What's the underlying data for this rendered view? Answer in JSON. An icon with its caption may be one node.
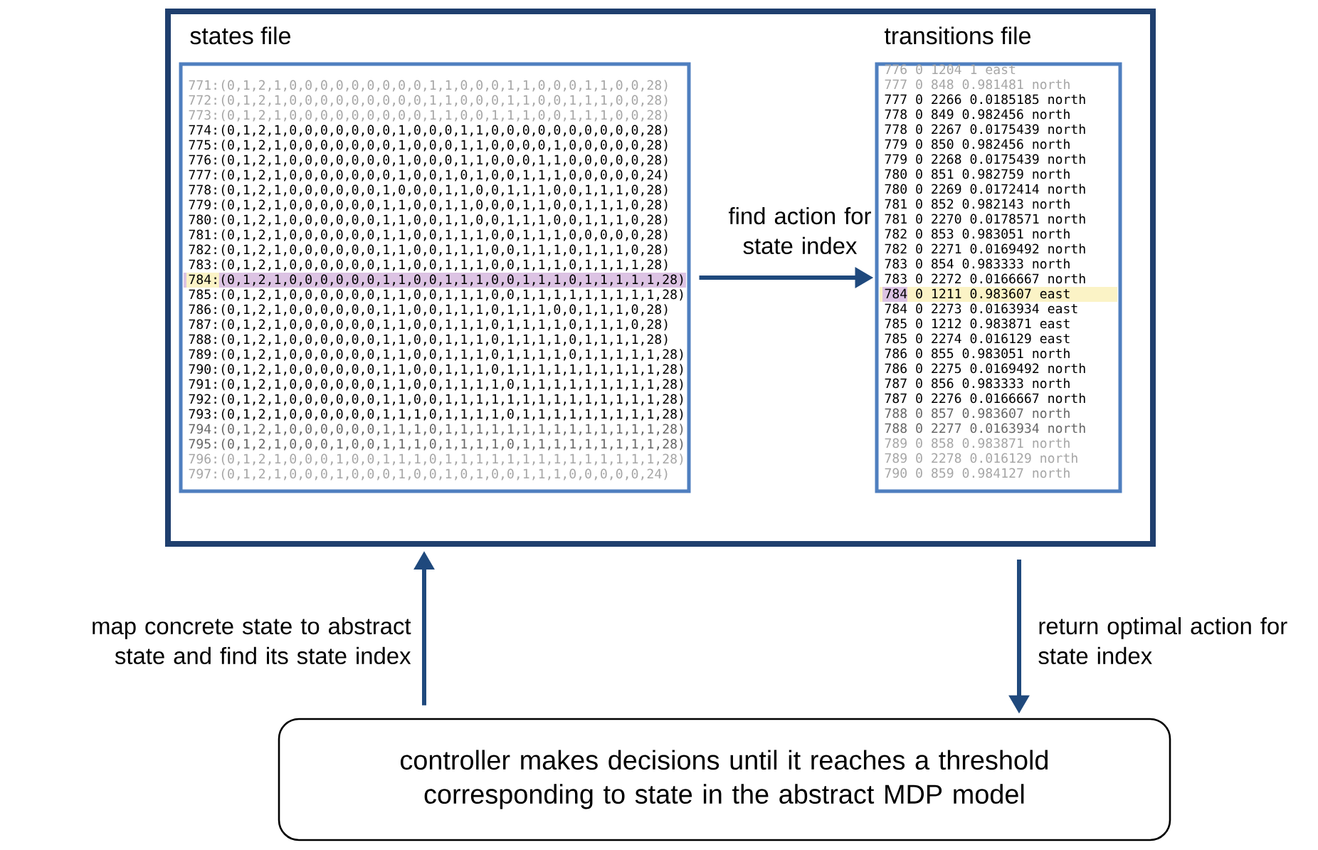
{
  "diagram": {
    "nodes": [
      {
        "text": [],
        "shape": "box"
      },
      {
        "text": [
          "states file",
          "771:(0,1,2,1,0,0,0,0,0,0,0,0,0,1,1,0,0,0,1,1,0,0,0,1,1,0,0,28)",
          "772:(0,1,2,1,0,0,0,0,0,0,0,0,0,1,1,0,0,0,1,1,0,0,1,1,1,0,0,28)",
          "773:(0,1,2,1,0,0,0,0,0,0,0,0,0,1,1,0,0,1,1,1,0,0,1,1,1,0,0,28)",
          "774:(0,1,2,1,0,0,0,0,0,0,0,1,0,0,0,1,1,0,0,0,0,0,0,0,0,0,0,28)",
          "775:(0,1,2,1,0,0,0,0,0,0,0,1,0,0,0,1,1,0,0,0,0,1,0,0,0,0,0,28)",
          "776:(0,1,2,1,0,0,0,0,0,0,0,1,0,0,0,1,1,0,0,0,1,1,0,0,0,0,0,28)",
          "777:(0,1,2,1,0,0,0,0,0,0,0,1,0,0,1,0,1,0,0,1,1,1,0,0,0,0,0,24)",
          "778:(0,1,2,1,0,0,0,0,0,0,1,0,0,0,1,1,0,0,1,1,1,0,0,1,1,1,0,28)",
          "779:(0,1,2,1,0,0,0,0,0,0,1,1,0,0,1,1,0,0,0,1,1,0,0,1,1,1,0,28)",
          "780:(0,1,2,1,0,0,0,0,0,0,1,1,0,0,1,1,0,0,1,1,1,0,0,1,1,1,0,28)",
          "781:(0,1,2,1,0,0,0,0,0,0,1,1,0,0,1,1,1,0,0,1,1,1,0,0,0,0,0,28)",
          "782:(0,1,2,1,0,0,0,0,0,0,1,1,0,0,1,1,1,0,0,1,1,1,0,1,1,1,0,28)",
          "783:(0,1,2,1,0,0,0,0,0,0,1,1,0,0,1,1,1,0,0,1,1,1,0,1,1,1,1,28)",
          "784:(0,1,2,1,0,0,0,0,0,0,1,1,0,0,1,1,1,0,0,1,1,1,0,1,1,1,1,1,28)",
          "785:(0,1,2,1,0,0,0,0,0,0,1,1,0,0,1,1,1,0,0,1,1,1,1,1,1,1,1,1,28)",
          "786:(0,1,2,1,0,0,0,0,0,0,1,1,0,0,1,1,1,0,1,1,1,0,0,1,1,1,0,28)",
          "787:(0,1,2,1,0,0,0,0,0,0,1,1,0,0,1,1,1,0,1,1,1,1,0,1,1,1,0,28)",
          "788:(0,1,2,1,0,0,0,0,0,0,1,1,0,0,1,1,1,0,1,1,1,1,0,1,1,1,1,28)",
          "789:(0,1,2,1,0,0,0,0,0,0,1,1,0,0,1,1,1,0,1,1,1,1,0,1,1,1,1,1,28)",
          "790:(0,1,2,1,0,0,0,0,0,0,1,1,0,0,1,1,1,0,1,1,1,1,1,1,1,1,1,1,28)",
          "791:(0,1,2,1,0,0,0,0,0,0,1,1,0,0,1,1,1,1,0,1,1,1,1,1,1,1,1,1,28)",
          "792:(0,1,2,1,0,0,0,0,0,0,1,1,0,0,1,1,1,1,1,1,1,1,1,1,1,1,1,1,28)",
          "793:(0,1,2,1,0,0,0,0,0,0,1,1,1,0,1,1,1,1,0,1,1,1,1,1,1,1,1,1,28)",
          "794:(0,1,2,1,0,0,0,0,0,0,1,1,1,0,1,1,1,1,1,1,1,1,1,1,1,1,1,1,28)",
          "795:(0,1,2,1,0,0,0,1,0,0,1,1,1,0,1,1,1,1,0,1,1,1,1,1,1,1,1,1,28)",
          "796:(0,1,2,1,0,0,0,1,0,0,1,1,1,0,1,1,1,1,1,1,1,1,1,1,1,1,1,1,28)",
          "797:(0,1,2,1,0,0,0,1,0,0,0,1,0,0,1,0,1,0,0,1,1,1,0,0,0,0,0,24)"
        ],
        "in": 0
      },
      {
        "text": [
          "transitions file",
          "776 0 1204 1 east",
          "777 0 848 0.981481 north",
          "777 0 2266 0.0185185 north",
          "778 0 849 0.982456 north",
          "778 0 2267 0.0175439 north",
          "779 0 850 0.982456 north",
          "779 0 2268 0.0175439 north",
          "780 0 851 0.982759 north",
          "780 0 2269 0.0172414 north",
          "781 0 852 0.982143 north",
          "781 0 2270 0.0178571 north",
          "782 0 853 0.983051 north",
          "782 0 2271 0.0169492 north",
          "783 0 854 0.983333 north",
          "783 0 2272 0.0166667 north",
          "784 0 1211 0.983607 east",
          "784 0 2273 0.0163934 east",
          "785 0 1212 0.983871 east",
          "785 0 2274 0.016129 east",
          "786 0 855 0.983051 north",
          "786 0 2275 0.0169492 north",
          "787 0 856 0.983333 north",
          "787 0 2276 0.0166667 north",
          "788 0 857 0.983607 north",
          "788 0 2277 0.0163934 north",
          "789 0 858 0.983871 north",
          "789 0 2278 0.016129 north",
          "790 0 859 0.984127 north"
        ],
        "in": 0
      },
      {
        "text": [
          "controller makes decisions until it reaches a threshold corresponding to state in the abstract MDP model"
        ]
      }
    ],
    "edges": [
      {
        "from": 1,
        "to": 2,
        "arrow": "to",
        "label": "find action for state index"
      },
      {
        "from": 3,
        "to": 0,
        "arrow": "to",
        "label": "map concrete state to abstract state and find its state index"
      },
      {
        "from": 0,
        "to": 3,
        "arrow": "to",
        "label": "return optimal action for state index"
      }
    ]
  }
}
